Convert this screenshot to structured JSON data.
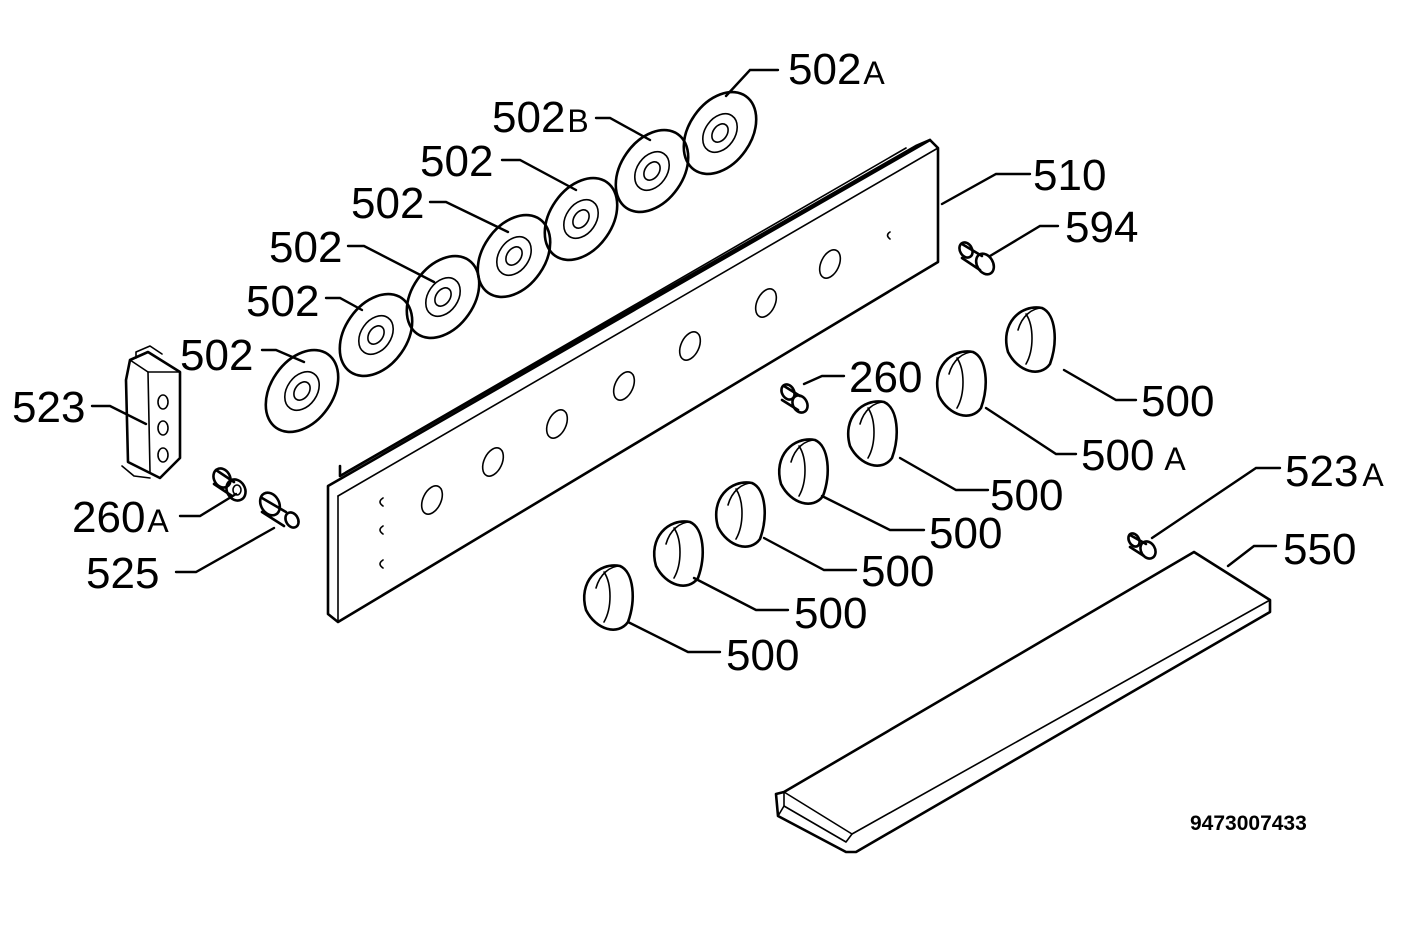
{
  "diagram": {
    "drawing_number": "9473007433",
    "callouts": [
      {
        "id": "502A",
        "num": "502",
        "suffix": "A"
      },
      {
        "id": "502B",
        "num": "502",
        "suffix": "B"
      },
      {
        "id": "502-1",
        "num": "502",
        "suffix": ""
      },
      {
        "id": "502-2",
        "num": "502",
        "suffix": ""
      },
      {
        "id": "502-3",
        "num": "502",
        "suffix": ""
      },
      {
        "id": "502-4",
        "num": "502",
        "suffix": ""
      },
      {
        "id": "502-5",
        "num": "502",
        "suffix": ""
      },
      {
        "id": "510",
        "num": "510",
        "suffix": ""
      },
      {
        "id": "594",
        "num": "594",
        "suffix": ""
      },
      {
        "id": "523",
        "num": "523",
        "suffix": ""
      },
      {
        "id": "260",
        "num": "260",
        "suffix": ""
      },
      {
        "id": "500-1",
        "num": "500",
        "suffix": ""
      },
      {
        "id": "500A",
        "num": "500",
        "suffix": "A"
      },
      {
        "id": "500-2",
        "num": "500",
        "suffix": ""
      },
      {
        "id": "500-3",
        "num": "500",
        "suffix": ""
      },
      {
        "id": "500-4",
        "num": "500",
        "suffix": ""
      },
      {
        "id": "500-5",
        "num": "500",
        "suffix": ""
      },
      {
        "id": "500-6",
        "num": "500",
        "suffix": ""
      },
      {
        "id": "523A",
        "num": "523",
        "suffix": "A"
      },
      {
        "id": "550",
        "num": "550",
        "suffix": ""
      },
      {
        "id": "260A",
        "num": "260",
        "suffix": "A"
      },
      {
        "id": "525",
        "num": "525",
        "suffix": ""
      }
    ]
  }
}
